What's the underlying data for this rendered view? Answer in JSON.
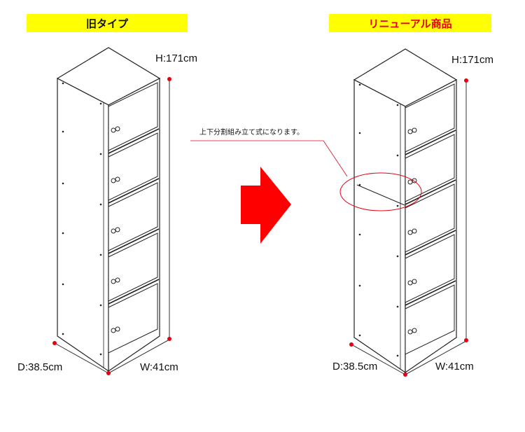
{
  "labels": {
    "old": "旧タイプ",
    "new": "リニューアル商品"
  },
  "annotation": {
    "text": "上下分割組み立て式になります。"
  },
  "dimensions": {
    "height": "H:171cm",
    "depth": "D:38.5cm",
    "width": "W:41cm"
  },
  "colors": {
    "label_bg": "#ffff00",
    "new_label_text": "#e60012",
    "arrow": "#ff0000",
    "marker": "#e60012",
    "callout": "#e60012"
  },
  "icons": {
    "transition": "right-arrow-icon"
  }
}
